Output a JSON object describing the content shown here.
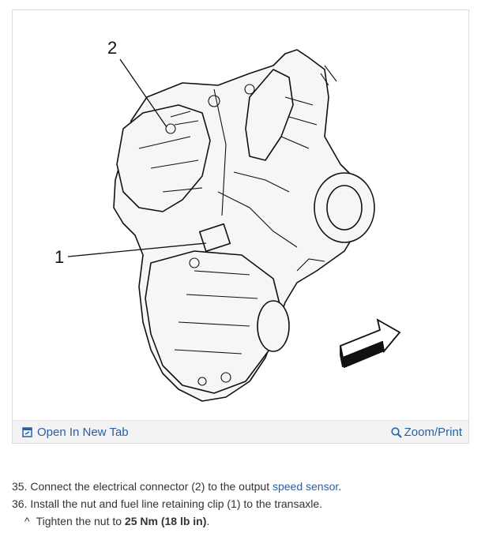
{
  "figure": {
    "callouts": [
      "1",
      "2"
    ],
    "open_tab_label": "Open In New Tab",
    "zoom_label": "Zoom/Print",
    "open_tab_icon": "open-in-new-tab-icon",
    "zoom_icon": "magnifier-icon"
  },
  "steps": {
    "step35": {
      "text_before": "35. Connect the electrical connector (2) to the output ",
      "link": "speed sensor",
      "text_after": "."
    },
    "step36": {
      "text": "36. Install the nut and fuel line retaining clip (1) to the transaxle."
    },
    "sub": {
      "caret": "^",
      "text_before": "Tighten the nut to ",
      "bold": "25 Nm (18 lb in)",
      "text_after": "."
    }
  }
}
